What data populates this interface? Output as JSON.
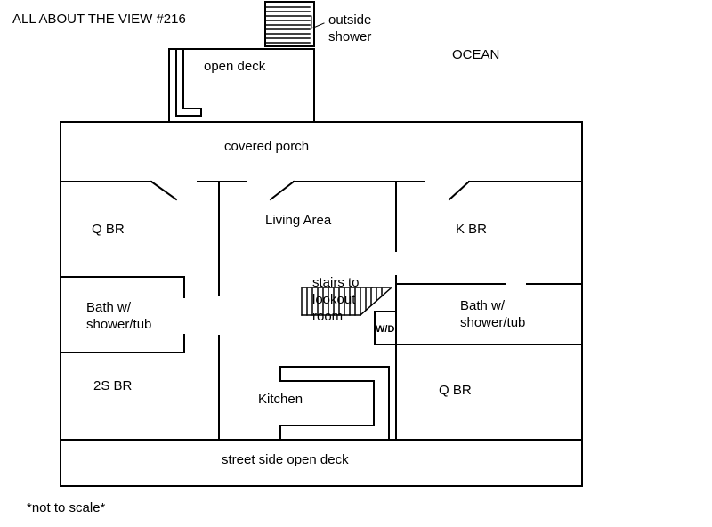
{
  "title": "ALL ABOUT THE VIEW #216",
  "note": "*not to scale*",
  "labels": {
    "outside_shower": "outside\nshower",
    "ocean": "OCEAN",
    "open_deck": "open deck",
    "covered_porch": "covered porch",
    "living_area": "Living Area",
    "q_br_left": "Q BR",
    "k_br": "K BR",
    "bath_left": "Bath w/\nshower/tub",
    "bath_right": "Bath w/\nshower/tub",
    "stairs": "stairs to\nlookout\nroom",
    "wd": "W/D",
    "bedroom_2s": "2S BR",
    "kitchen": "Kitchen",
    "q_br_right": "Q BR",
    "street_deck": "street side open deck"
  }
}
